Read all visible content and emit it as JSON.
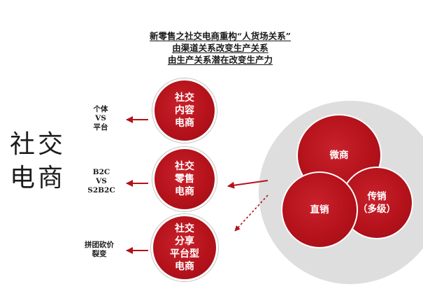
{
  "title": {
    "lines": [
      "新零售之社交电商重构“人货场关系”",
      "由渠道关系改变生产关系",
      "由生产关系潜在改变生产力"
    ]
  },
  "main_label": {
    "line1": "社交",
    "line2": "电商"
  },
  "stack": [
    {
      "text": "社交\n内容\n电商",
      "side_label": "个体\nVS\n平台"
    },
    {
      "text": "社交\n零售\n电商",
      "side_label": "B2C\nVS\nS2B2C"
    },
    {
      "text": "社交\n分享\n平台型\n电商",
      "side_label": "拼团砍价\n裂变"
    }
  ],
  "venn": {
    "top": "微商",
    "left": "直销",
    "right": "传销\n（多级）"
  },
  "colors": {
    "accent_red": "#b5121b",
    "arrow_red": "#b3121b",
    "ring_gray": "#dedede"
  }
}
